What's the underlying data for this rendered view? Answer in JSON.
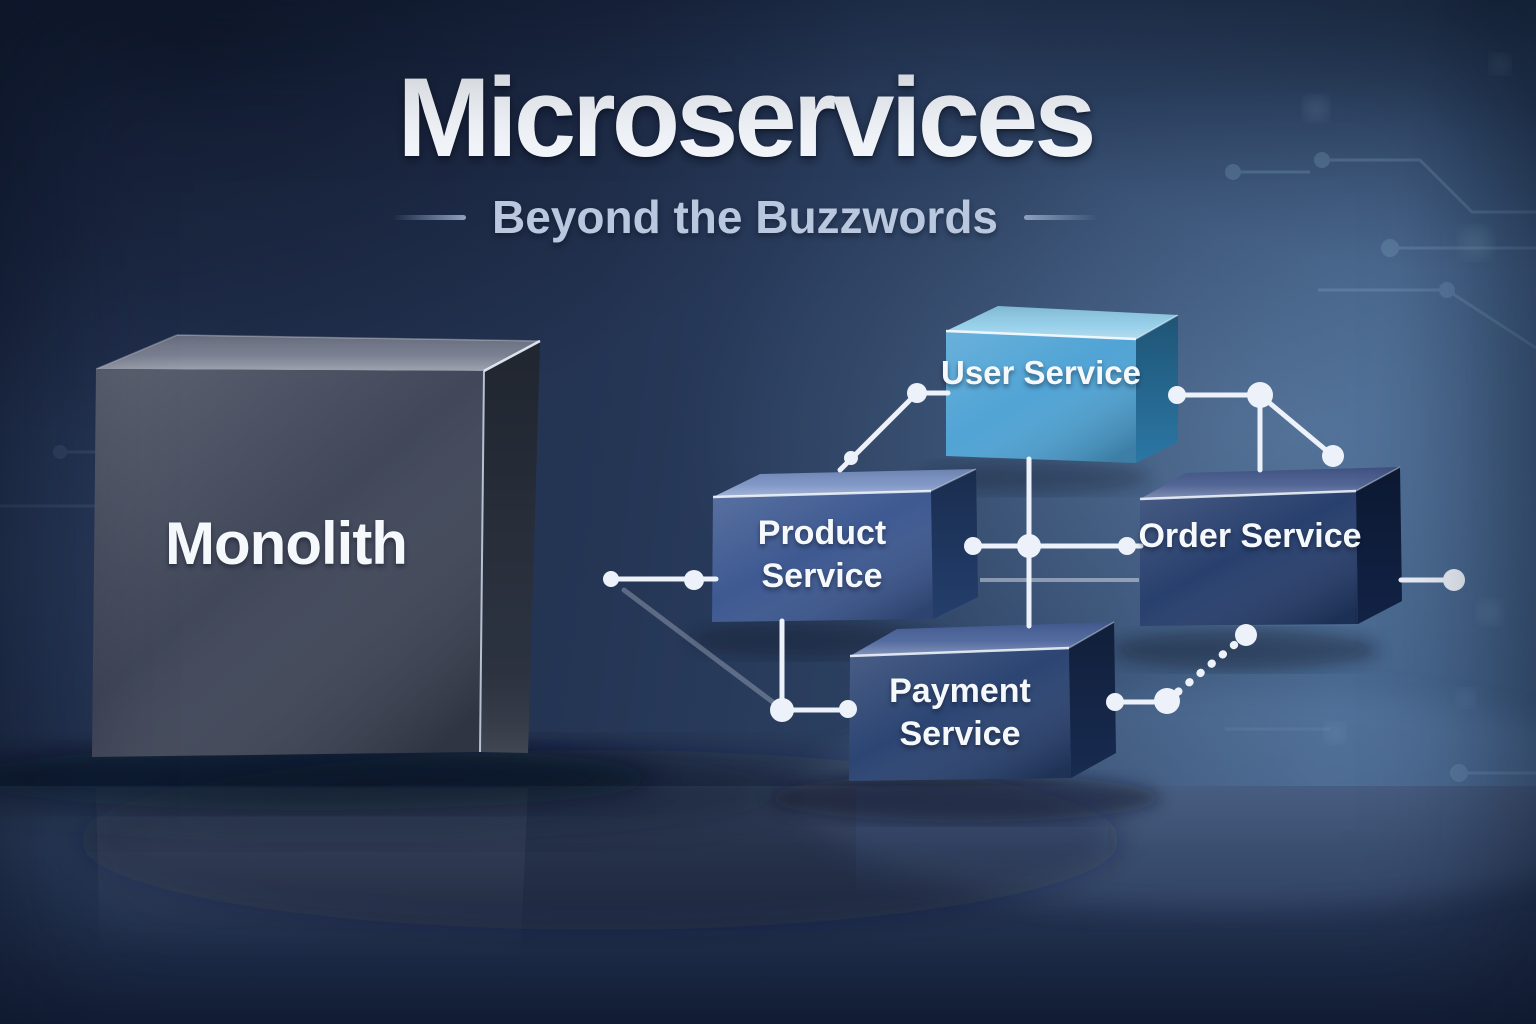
{
  "header": {
    "title": "Microservices",
    "subtitle": "Beyond the Buzzwords"
  },
  "monolith": {
    "label": "Monolith",
    "colors": {
      "top": "#6f7688",
      "front": "#3d4456",
      "side": "#2b323f"
    }
  },
  "services": [
    {
      "id": "user",
      "label": "User Service",
      "colors": {
        "top": "#8ecbe7",
        "front": "#4da2d4",
        "side": "#2c79a8"
      }
    },
    {
      "id": "product",
      "label": "Product Service",
      "colors": {
        "top": "#7790c2",
        "front": "#3a568f",
        "side": "#24406f"
      }
    },
    {
      "id": "order",
      "label": "Order Service",
      "colors": {
        "top": "#44598d",
        "front": "#243c6b",
        "side": "#132448"
      }
    },
    {
      "id": "payment",
      "label": "Payment Service",
      "colors": {
        "top": "#476099",
        "front": "#284170",
        "side": "#182c52"
      }
    }
  ],
  "connectors": {
    "color": "#edf2fa"
  },
  "background": {
    "base_dark": "#202e4c",
    "base_light": "#3d5a80",
    "circuit_trace": "#9cc4e0",
    "floor_dark": "#192642"
  }
}
